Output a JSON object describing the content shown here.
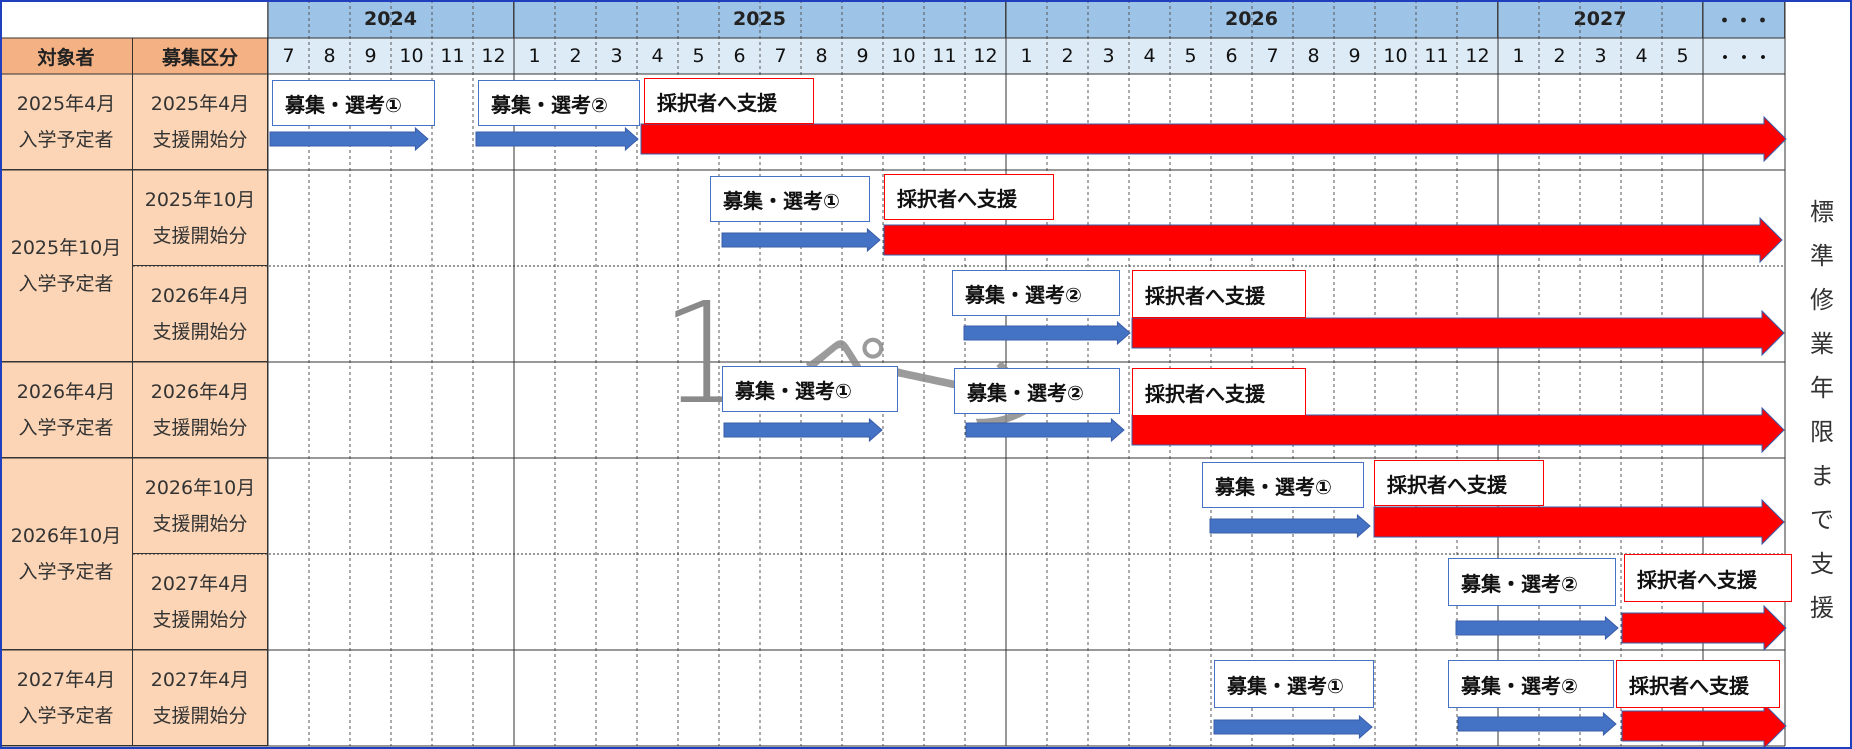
{
  "header": {
    "col_target": "対象者",
    "col_category": "募集区分",
    "years": [
      "2024",
      "2025",
      "2026",
      "2027",
      "・・・"
    ],
    "months": [
      "7",
      "8",
      "9",
      "10",
      "11",
      "12",
      "1",
      "2",
      "3",
      "4",
      "5",
      "6",
      "7",
      "8",
      "9",
      "10",
      "11",
      "12",
      "1",
      "2",
      "3",
      "4",
      "5",
      "6",
      "7",
      "8",
      "9",
      "10",
      "11",
      "12",
      "1",
      "2",
      "3",
      "4",
      "5",
      "・・・"
    ]
  },
  "rows": [
    {
      "target": "2025年4月\n入学予定者",
      "category": "2025年4月\n支援開始分"
    },
    {
      "target": "2025年10月\n入学予定者",
      "category": "2025年10月\n支援開始分"
    },
    {
      "target": "",
      "category": "2026年4月\n支援開始分"
    },
    {
      "target": "2026年4月\n入学予定者",
      "category": "2026年4月\n支援開始分"
    },
    {
      "target": "2026年10月\n入学予定者",
      "category": "2026年10月\n支援開始分"
    },
    {
      "target": "",
      "category": "2027年4月\n支援開始分"
    },
    {
      "target": "2027年4月\n入学予定者",
      "category": "2027年4月\n支援開始分"
    }
  ],
  "labels": {
    "select1": "募集・選考①",
    "select2": "募集・選考②",
    "support": "採択者へ支援"
  },
  "side_note": [
    "標",
    "準",
    "修",
    "業",
    "年",
    "限",
    "ま",
    "で",
    "支",
    "援"
  ],
  "watermark": {
    "digit": "1",
    "text": "ページ"
  },
  "colors": {
    "year_header": "#9dc3e6",
    "month_header": "#ddebf7",
    "label_col": "#fbd5b5",
    "label_header": "#f4b183",
    "blue_arrow": "#4472c4",
    "red_arrow": "#ff0000",
    "outer_border": "#1f3fbf"
  }
}
